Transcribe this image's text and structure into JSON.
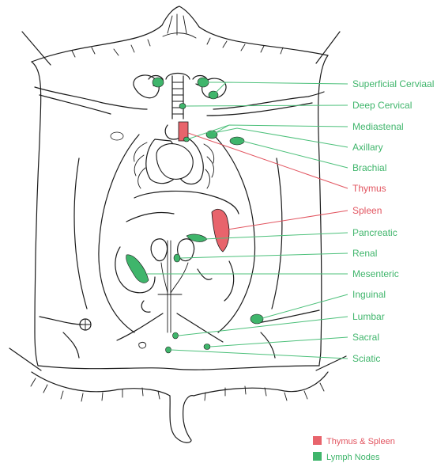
{
  "colors": {
    "lymph": "#3fb56b",
    "thymus_spleen": "#e8646c",
    "lymph_line": "#4cc07a",
    "red_line": "#e25560"
  },
  "labels": [
    {
      "id": "superficial-cervical",
      "text": "Superficial Cerviaal",
      "kind": "lymph"
    },
    {
      "id": "deep-cervical",
      "text": "Deep Cervical",
      "kind": "lymph"
    },
    {
      "id": "mediastinal",
      "text": "Mediastenal",
      "kind": "lymph"
    },
    {
      "id": "axillary",
      "text": "Axillary",
      "kind": "lymph"
    },
    {
      "id": "brachial",
      "text": "Brachial",
      "kind": "lymph"
    },
    {
      "id": "thymus",
      "text": "Thymus",
      "kind": "red"
    },
    {
      "id": "spleen",
      "text": "Spleen",
      "kind": "red"
    },
    {
      "id": "pancreatic",
      "text": "Pancreatic",
      "kind": "lymph"
    },
    {
      "id": "renal",
      "text": "Renal",
      "kind": "lymph"
    },
    {
      "id": "mesenteric",
      "text": "Mesenteric",
      "kind": "lymph"
    },
    {
      "id": "inguinal",
      "text": "Inguinal",
      "kind": "lymph"
    },
    {
      "id": "lumbar",
      "text": "Lumbar",
      "kind": "lymph"
    },
    {
      "id": "sacral",
      "text": "Sacral",
      "kind": "lymph"
    },
    {
      "id": "sciatic",
      "text": "Sciatic",
      "kind": "lymph"
    }
  ],
  "legend": [
    {
      "text": "Thymus & Spleen",
      "kind": "red"
    },
    {
      "text": "Lymph Nodes",
      "kind": "lymph"
    }
  ]
}
